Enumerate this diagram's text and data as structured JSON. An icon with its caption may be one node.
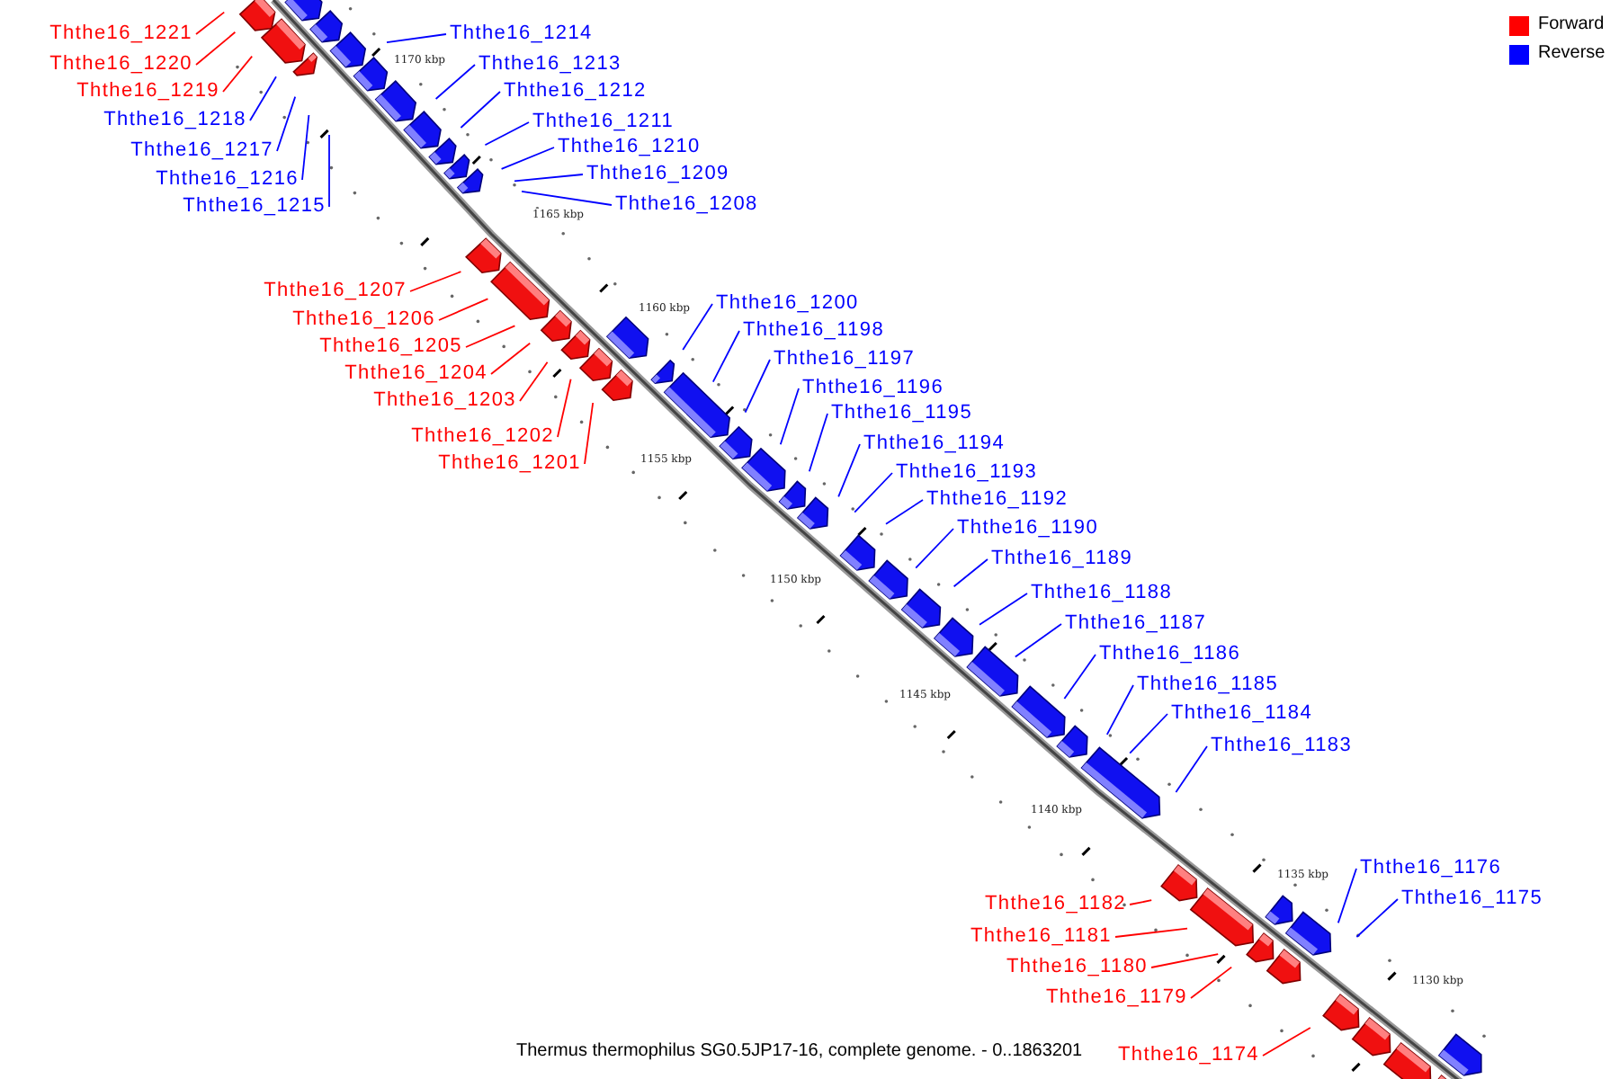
{
  "diagram": {
    "caption": "Thermus thermophilus SG0.5JP17-16, complete genome. - 0..1863201",
    "nodes": [
      {
        "text": [
          "Ththe16_1221"
        ]
      },
      {
        "text": [
          "Ththe16_1220"
        ]
      },
      {
        "text": [
          "Ththe16_1219"
        ]
      },
      {
        "text": [
          "Ththe16_1218"
        ]
      },
      {
        "text": [
          "Ththe16_1217"
        ]
      },
      {
        "text": [
          "Ththe16_1216"
        ]
      },
      {
        "text": [
          "Ththe16_1215"
        ]
      },
      {
        "text": [
          "Ththe16_1214"
        ]
      },
      {
        "text": [
          "Ththe16_1213"
        ]
      },
      {
        "text": [
          "Ththe16_1212"
        ]
      },
      {
        "text": [
          "Ththe16_1211"
        ]
      },
      {
        "text": [
          "Ththe16_1210"
        ]
      },
      {
        "text": [
          "Ththe16_1209"
        ]
      },
      {
        "text": [
          "Ththe16_1208"
        ]
      },
      {
        "text": [
          "Ththe16_1207"
        ]
      },
      {
        "text": [
          "Ththe16_1206"
        ]
      },
      {
        "text": [
          "Ththe16_1205"
        ]
      },
      {
        "text": [
          "Ththe16_1204"
        ]
      },
      {
        "text": [
          "Ththe16_1203"
        ]
      },
      {
        "text": [
          "Ththe16_1202"
        ]
      },
      {
        "text": [
          "Ththe16_1201"
        ]
      },
      {
        "text": [
          "Ththe16_1200"
        ]
      },
      {
        "text": [
          "Ththe16_1198"
        ]
      },
      {
        "text": [
          "Ththe16_1197"
        ]
      },
      {
        "text": [
          "Ththe16_1196"
        ]
      },
      {
        "text": [
          "Ththe16_1195"
        ]
      },
      {
        "text": [
          "Ththe16_1194"
        ]
      },
      {
        "text": [
          "Ththe16_1193"
        ]
      },
      {
        "text": [
          "Ththe16_1192"
        ]
      },
      {
        "text": [
          "Ththe16_1190"
        ]
      },
      {
        "text": [
          "Ththe16_1189"
        ]
      },
      {
        "text": [
          "Ththe16_1188"
        ]
      },
      {
        "text": [
          "Ththe16_1187"
        ]
      },
      {
        "text": [
          "Ththe16_1186"
        ]
      },
      {
        "text": [
          "Ththe16_1185"
        ]
      },
      {
        "text": [
          "Ththe16_1184"
        ]
      },
      {
        "text": [
          "Ththe16_1183"
        ]
      },
      {
        "text": [
          "Ththe16_1176"
        ]
      },
      {
        "text": [
          "Ththe16_1175"
        ]
      },
      {
        "text": [
          "Ththe16_1182"
        ]
      },
      {
        "text": [
          "Ththe16_1181"
        ]
      },
      {
        "text": [
          "Ththe16_1180"
        ]
      },
      {
        "text": [
          "Ththe16_1179"
        ]
      },
      {
        "text": [
          "Ththe16_1174"
        ]
      }
    ],
    "edges": [
      {
        "from": 0,
        "to": null,
        "arrow": "none",
        "color": "#ff0000"
      },
      {
        "from": 1,
        "to": null,
        "arrow": "none",
        "color": "#ff0000"
      },
      {
        "from": 2,
        "to": null,
        "arrow": "none",
        "color": "#ff0000"
      },
      {
        "from": 3,
        "to": null,
        "arrow": "none"
      },
      {
        "from": 4,
        "to": null,
        "arrow": "none"
      },
      {
        "from": 5,
        "to": null,
        "arrow": "none"
      },
      {
        "from": 6,
        "to": null,
        "arrow": "none"
      },
      {
        "from": 7,
        "to": null,
        "arrow": "none"
      },
      {
        "from": 8,
        "to": null,
        "arrow": "none"
      },
      {
        "from": 9,
        "to": null,
        "arrow": "none"
      },
      {
        "from": 10,
        "to": null,
        "arrow": "none"
      },
      {
        "from": 11,
        "to": null,
        "arrow": "none"
      },
      {
        "from": 12,
        "to": null,
        "arrow": "none"
      },
      {
        "from": 13,
        "to": null,
        "arrow": "none"
      },
      {
        "from": 14,
        "to": null,
        "arrow": "none",
        "color": "#ff0000"
      },
      {
        "from": 15,
        "to": null,
        "arrow": "none",
        "color": "#ff0000"
      },
      {
        "from": 16,
        "to": null,
        "arrow": "none",
        "color": "#ff0000"
      },
      {
        "from": 17,
        "to": null,
        "arrow": "none",
        "color": "#ff0000"
      },
      {
        "from": 18,
        "to": null,
        "arrow": "none",
        "color": "#ff0000"
      },
      {
        "from": 19,
        "to": null,
        "arrow": "none",
        "color": "#ff0000"
      },
      {
        "from": 20,
        "to": null,
        "arrow": "none",
        "color": "#ff0000"
      },
      {
        "from": 21,
        "to": null,
        "arrow": "none"
      },
      {
        "from": 22,
        "to": null,
        "arrow": "none"
      },
      {
        "from": 23,
        "to": null,
        "arrow": "none"
      },
      {
        "from": 24,
        "to": null,
        "arrow": "none"
      },
      {
        "from": 25,
        "to": null,
        "arrow": "none"
      },
      {
        "from": 26,
        "to": null,
        "arrow": "none"
      },
      {
        "from": 27,
        "to": null,
        "arrow": "none"
      },
      {
        "from": 28,
        "to": null,
        "arrow": "none"
      },
      {
        "from": 29,
        "to": null,
        "arrow": "none"
      },
      {
        "from": 30,
        "to": null,
        "arrow": "none"
      },
      {
        "from": 31,
        "to": null,
        "arrow": "none"
      },
      {
        "from": 32,
        "to": null,
        "arrow": "none"
      },
      {
        "from": 33,
        "to": null,
        "arrow": "none"
      },
      {
        "from": 34,
        "to": null,
        "arrow": "none"
      },
      {
        "from": 35,
        "to": null,
        "arrow": "none"
      },
      {
        "from": 36,
        "to": null,
        "arrow": "none"
      },
      {
        "from": 37,
        "to": null,
        "arrow": "none"
      },
      {
        "from": 38,
        "to": null,
        "arrow": "none"
      },
      {
        "from": 39,
        "to": null,
        "arrow": "none",
        "color": "#ff0000"
      },
      {
        "from": 40,
        "to": null,
        "arrow": "none",
        "color": "#ff0000"
      },
      {
        "from": 41,
        "to": null,
        "arrow": "none",
        "color": "#ff0000"
      },
      {
        "from": 42,
        "to": null,
        "arrow": "none",
        "color": "#ff0000"
      },
      {
        "from": 43,
        "to": null,
        "arrow": "none",
        "color": "#ff0000"
      }
    ],
    "labels": [
      "1170 kbp",
      "1165 kbp",
      "1160 kbp",
      "1155 kbp",
      "1150 kbp",
      "1145 kbp",
      "1140 kbp",
      "1135 kbp",
      "1130 kbp"
    ],
    "legend": [
      {
        "text": "Forward",
        "color": "#ff0000"
      },
      {
        "text": "Reverse",
        "color": "#0000ff"
      }
    ]
  }
}
